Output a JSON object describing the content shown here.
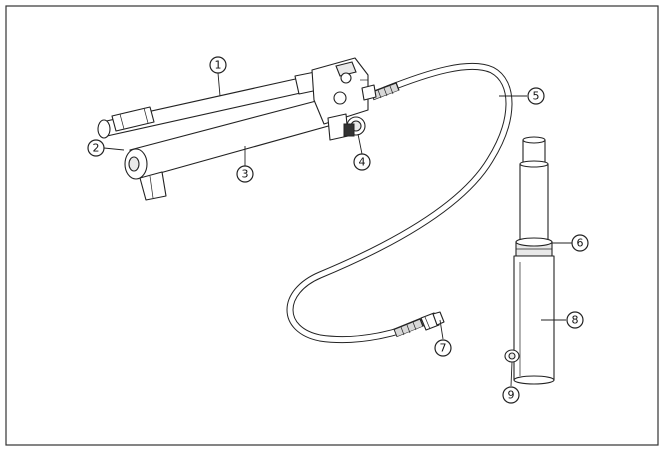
{
  "frame_color": "#333333",
  "line_color": "#222222",
  "callouts": [
    {
      "id": "handle",
      "label": "1"
    },
    {
      "id": "filler-plug",
      "label": "2"
    },
    {
      "id": "reservoir",
      "label": "3"
    },
    {
      "id": "release-valve",
      "label": "4"
    },
    {
      "id": "hose",
      "label": "5"
    },
    {
      "id": "ram-collar",
      "label": "6"
    },
    {
      "id": "coupler",
      "label": "7"
    },
    {
      "id": "ram-cylinder",
      "label": "8"
    },
    {
      "id": "ram-coupler",
      "label": "9"
    }
  ]
}
